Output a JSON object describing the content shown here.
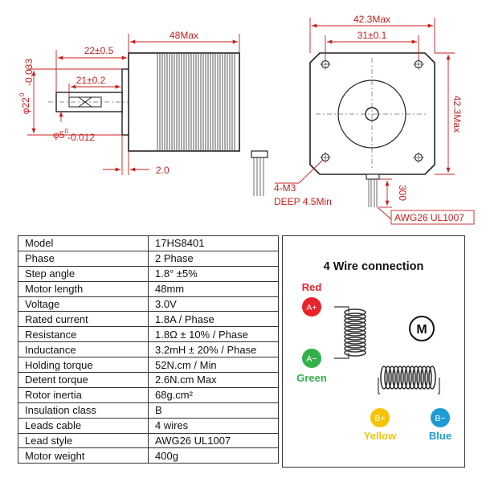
{
  "drawing": {
    "side_view": {
      "shaft_flat_length": "22±0.5",
      "body_length": "48Max",
      "shaft_flat_inner": "21±0.2",
      "flange_diameter": "φ22",
      "flange_tol_upper": "0",
      "flange_tol_lower": "-0.033",
      "shaft_diameter": "φ5",
      "shaft_tol_upper": "0",
      "shaft_tol_lower": "-0.012",
      "flange_thickness": "2.0"
    },
    "front_view": {
      "width": "42.3Max",
      "hole_spacing": "31±0.1",
      "height": "42.3Max",
      "thread_note": "4-M3",
      "thread_depth": "DEEP 4.5Min",
      "lead_length": "300",
      "cable_spec": "AWG26 UL1007"
    }
  },
  "specs": {
    "rows": [
      {
        "label": "Model",
        "value": "17HS8401"
      },
      {
        "label": "Phase",
        "value": "2 Phase"
      },
      {
        "label": "Step angle",
        "value": "1.8°   ±5%"
      },
      {
        "label": "Motor length",
        "value": "48mm"
      },
      {
        "label": "Voltage",
        "value": "3.0V"
      },
      {
        "label": "Rated current",
        "value": "1.8A / Phase"
      },
      {
        "label": "Resistance",
        "value": "1.8Ω  ± 10% / Phase"
      },
      {
        "label": "Inductance",
        "value": "3.2mH  ± 20% / Phase"
      },
      {
        "label": "Holding torque",
        "value": "52N.cm / Min"
      },
      {
        "label": "Detent torque",
        "value": "2.6N.cm Max"
      },
      {
        "label": "Rotor inertia",
        "value": "68g.cm²"
      },
      {
        "label": "Insulation class",
        "value": "B"
      },
      {
        "label": "Leads cable",
        "value": "4 wires"
      },
      {
        "label": "Lead style",
        "value": "AWG26 UL1007"
      },
      {
        "label": "Motor weight",
        "value": "400g"
      }
    ]
  },
  "wiring": {
    "title": "4 Wire connection",
    "motor_symbol": "M",
    "wires": [
      {
        "terminal": "A+",
        "color_name": "Red",
        "color": "#e8232a"
      },
      {
        "terminal": "A−",
        "color_name": "Green",
        "color": "#34b04a"
      },
      {
        "terminal": "B+",
        "color_name": "Yellow",
        "color": "#f5c400"
      },
      {
        "terminal": "B−",
        "color_name": "Blue",
        "color": "#1e9ad6"
      }
    ]
  }
}
